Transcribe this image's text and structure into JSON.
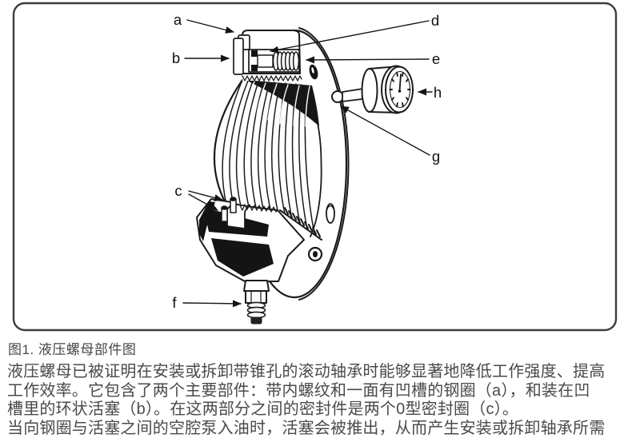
{
  "figure": {
    "caption": "图1. 液压螺母部件图",
    "callouts": {
      "a": "a",
      "b": "b",
      "c": "c",
      "d": "d",
      "e": "e",
      "f": "f",
      "g": "g",
      "h": "h"
    }
  },
  "body_text": {
    "line1": "液压螺母已被证明在安装或拆卸带锥孔的滚动轴承时能够显著地降低工作强度、提高",
    "line2": "工作效率。它包含了两个主要部件：带内螺纹和一面有凹槽的钢圈（a），和装在凹",
    "line3": "槽里的环状活塞（b）。在这两部分之间的密封件是两个0型密封圈（c）。",
    "line4": "当向钢圈与活塞之间的空腔泵入油时，活塞会被推出，从而产生安装或拆卸轴承所需"
  }
}
